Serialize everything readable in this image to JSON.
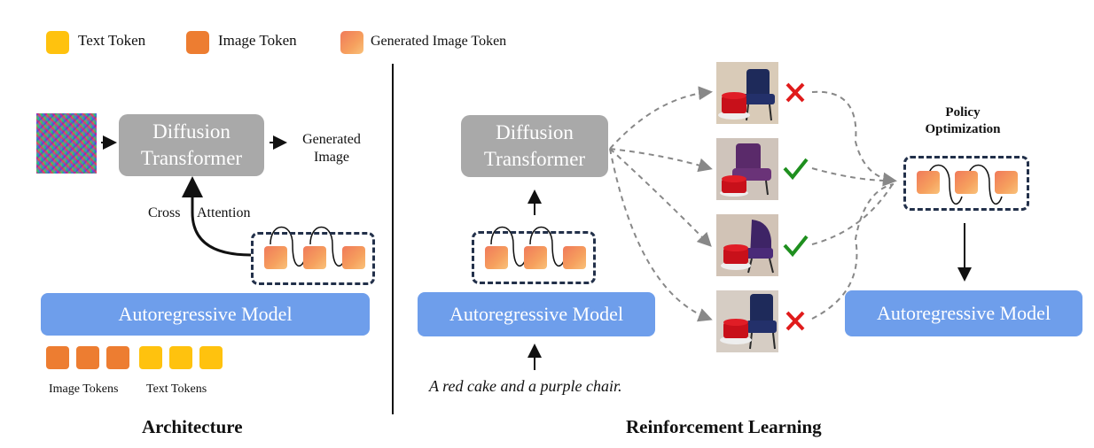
{
  "legend": {
    "text_token": "Text Token",
    "image_token": "Image Token",
    "generated_image_token": "Generated Image Token"
  },
  "architecture": {
    "title": "Architecture",
    "diffusion_transformer": "Diffusion Transformer",
    "generated_image": "Generated Image",
    "cross": "Cross",
    "attention": "Attention",
    "autoregressive_model": "Autoregressive Model",
    "image_tokens_label": "Image Tokens",
    "text_tokens_label": "Text Tokens"
  },
  "rl": {
    "title": "Reinforcement Learning",
    "diffusion_transformer": "Diffusion Transformer",
    "autoregressive_model_left": "Autoregressive Model",
    "autoregressive_model_right": "Autoregressive Model",
    "prompt": "A red cake and a purple chair.",
    "policy_optimization": "Policy Optimization",
    "samples": [
      {
        "chair": "navy",
        "result": "cross"
      },
      {
        "chair": "purple",
        "result": "check"
      },
      {
        "chair": "purple",
        "result": "check"
      },
      {
        "chair": "navy",
        "result": "cross"
      }
    ]
  },
  "colors": {
    "text_token": "#FFC20E",
    "image_token": "#ED7D31",
    "gray_box": "#A9A9A9",
    "blue_box": "#6E9EEB",
    "check": "#1E8F1E",
    "cross": "#E01B1B"
  }
}
